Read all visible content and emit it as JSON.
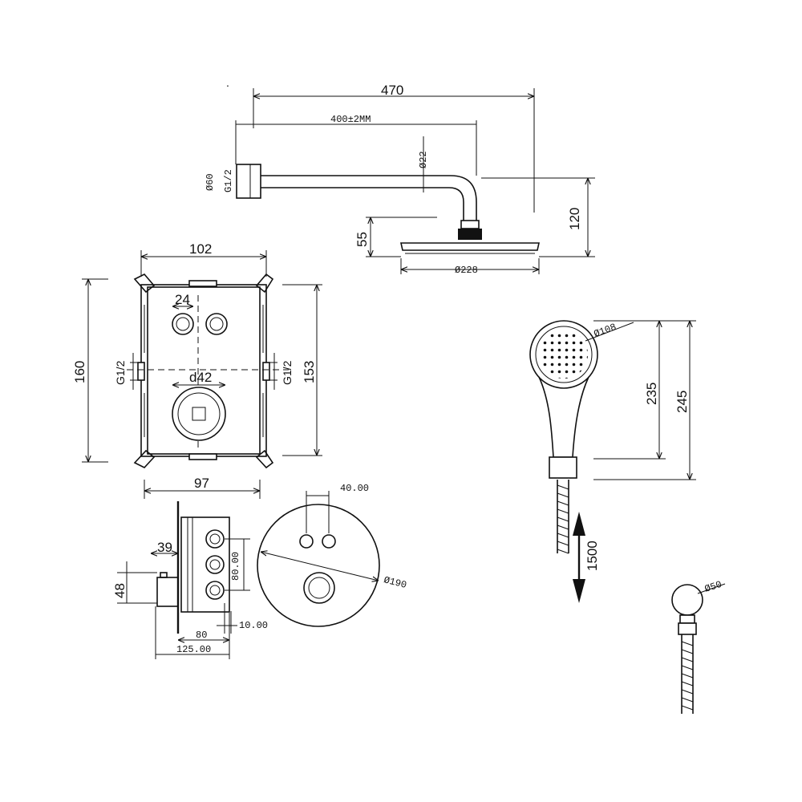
{
  "shower_arm": {
    "total_length": "470",
    "arm_length": "400±2MM",
    "pipe_diameter": "Ø22",
    "flange_diameter": "Ø60",
    "thread": "G1/2",
    "head_drop": "55",
    "total_height": "120",
    "head_diameter": "Ø228"
  },
  "valve_box": {
    "width_outer": "102",
    "height_outer": "160",
    "height_inner": "153",
    "width_inner": "97",
    "button_spacing": "24",
    "knob_diameter": "d42",
    "inlet_left": "G1/2",
    "inlet_right": "G1/2"
  },
  "side_view": {
    "depth_39": "39",
    "offset_48": "48",
    "port_spacing": "80.00",
    "port_offset": "10.00",
    "width_80": "80",
    "width_125": "125.00"
  },
  "cover_plate": {
    "button_spacing": "40.00",
    "diameter": "Ø190"
  },
  "hand_shower": {
    "head_diameter": "Ø108",
    "height_235": "235",
    "height_245": "245",
    "hose_length": "1500"
  },
  "wall_outlet": {
    "diameter": "Ø50"
  }
}
